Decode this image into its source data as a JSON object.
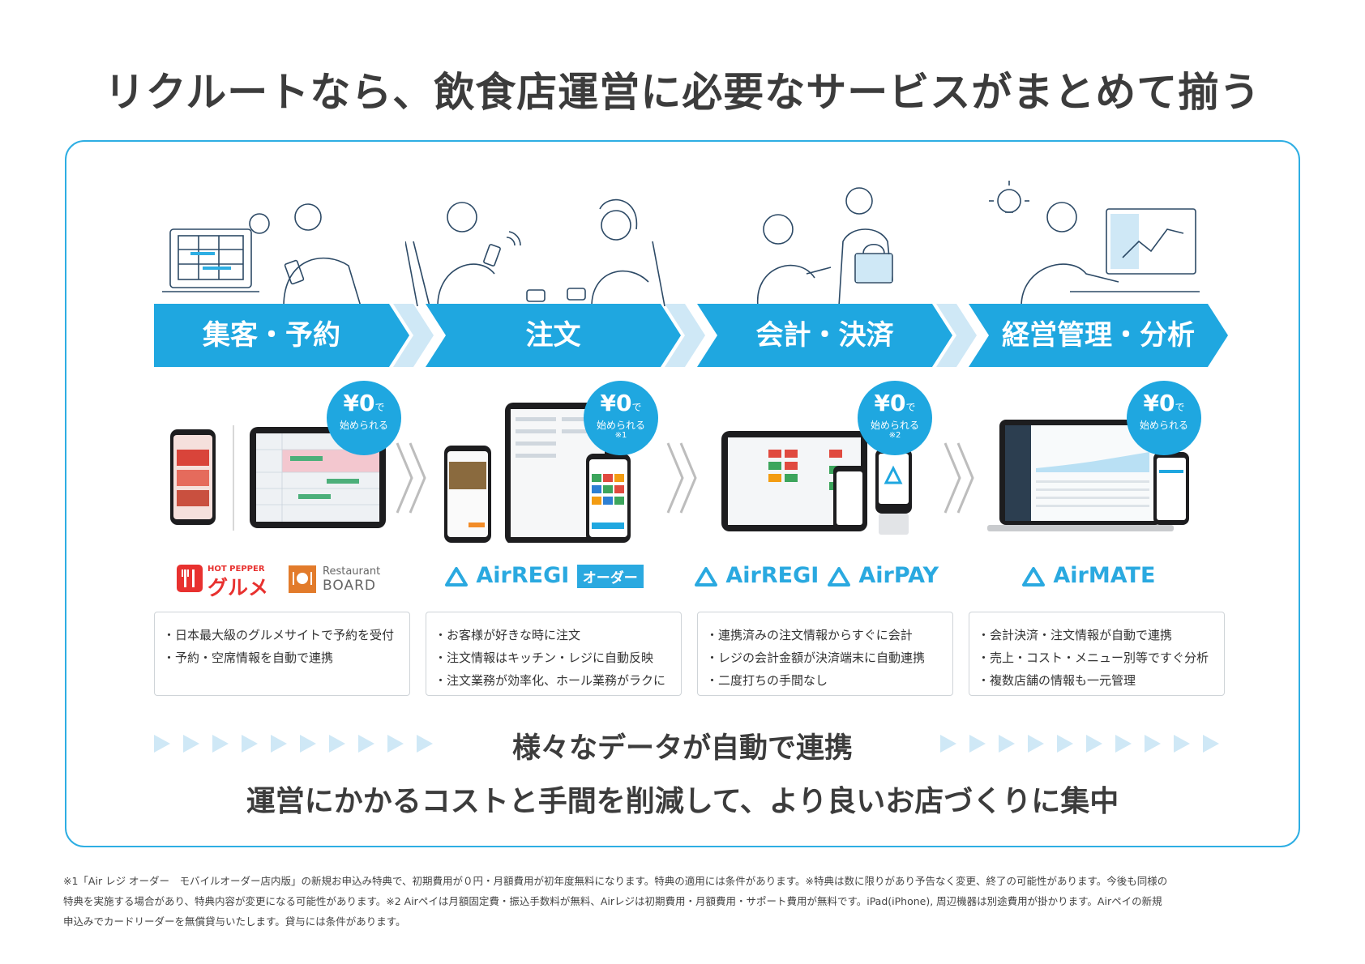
{
  "title": "リクルートなら、飲食店運営に必要なサービスがまとめて揃う",
  "steps": [
    {
      "label": "集客・予約"
    },
    {
      "label": "注文"
    },
    {
      "label": "会計・決済"
    },
    {
      "label": "経営管理・分析"
    }
  ],
  "badges": [
    {
      "yen": "¥0",
      "de": "で",
      "sub": "始められる",
      "note": ""
    },
    {
      "yen": "¥0",
      "de": "で",
      "sub": "始められる",
      "note": "※1"
    },
    {
      "yen": "¥0",
      "de": "で",
      "sub": "始められる",
      "note": "※2"
    },
    {
      "yen": "¥0",
      "de": "で",
      "sub": "始められる",
      "note": ""
    }
  ],
  "brands": {
    "hotpepper_top": "HOT PEPPER",
    "hotpepper_main": "グルメ",
    "restaurant_top": "Restaurant",
    "restaurant_main": "BOARD",
    "airregi_order": "AirREGI",
    "order_tag": "オーダー",
    "airregi": "AirREGI",
    "airpay": "AirPAY",
    "airmate": "AirMATE"
  },
  "features": [
    [
      "・日本最大級のグルメサイトで予約を受付",
      "・予約・空席情報を自動で連携"
    ],
    [
      "・お客様が好きな時に注文",
      "・注文情報はキッチン・レジに自動反映",
      "・注文業務が効率化、ホール業務がラクに"
    ],
    [
      "・連携済みの注文情報からすぐに会計",
      "・レジの会計金額が決済端末に自動連携",
      "・二度打ちの手間なし"
    ],
    [
      "・会計決済・注文情報が自動で連携",
      "・売上・コスト・メニュー別等ですぐ分析",
      "・複数店舗の情報も一元管理"
    ]
  ],
  "sync_text": "様々なデータが自動で連携",
  "bottom_text": "運営にかかるコストと手間を削減して、より良いお店づくりに集中",
  "footnote": [
    "※1「Air レジ オーダー　モバイルオーダー店内版」の新規お申込み特典で、初期費用が０円・月額費用が初年度無料になります。特典の適用には条件があります。※特典は数に限りがあり予告なく変更、終了の可能性があります。今後も同様の",
    "特典を実施する場合があり、特典内容が変更になる可能性があります。※2 Airペイは月額固定費・振込手数料が無料、Airレジは初期費用・月額費用・サポート費用が無料です。iPad(iPhone), 周辺機器は別途費用が掛かります。Airペイの新規",
    "申込みでカードリーダーを無償貸与いたします。貸与には条件があります。"
  ],
  "colors": {
    "accent": "#1fa7e0",
    "accent_light": "#cfe8f6",
    "red": "#e8312f",
    "orange": "#e27b2b"
  }
}
